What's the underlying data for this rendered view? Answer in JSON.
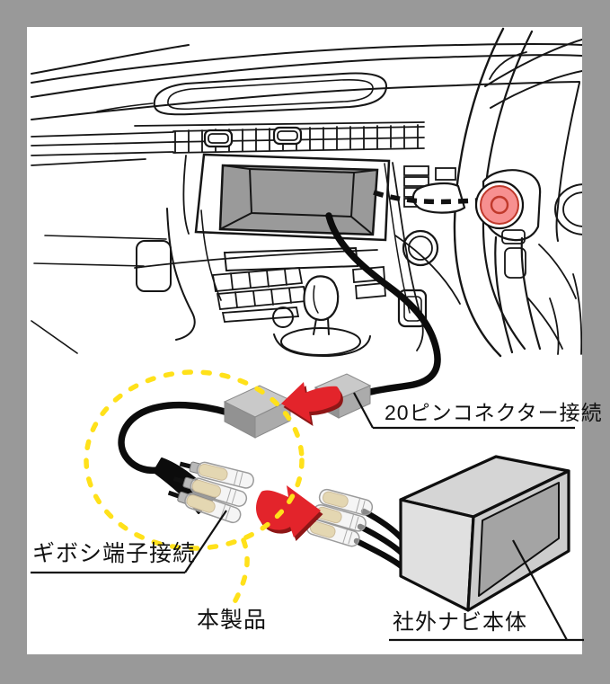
{
  "figure": {
    "type": "installation-diagram",
    "labels": {
      "pin_connector": "20ピンコネクター接続",
      "giboshi_terminal": "ギボシ端子接続",
      "this_product": "本製品",
      "aftermarket_nav_unit": "社外ナビ本体"
    },
    "colors": {
      "frame_gray": "#999999",
      "panel_white": "#ffffff",
      "display_gray": "#9a9a9a",
      "highlight_pink": "#f79090",
      "highlight_ring": "#c0392b",
      "arrow_red": "#e3242b",
      "arrow_red_dark": "#8e1616",
      "dot_yellow": "#ffe11a",
      "connector_gray": "#c9c9c9",
      "terminal_gold": "#d9bc6a",
      "nav_box_gray": "#d5d5d5",
      "line_black": "#111111"
    }
  }
}
